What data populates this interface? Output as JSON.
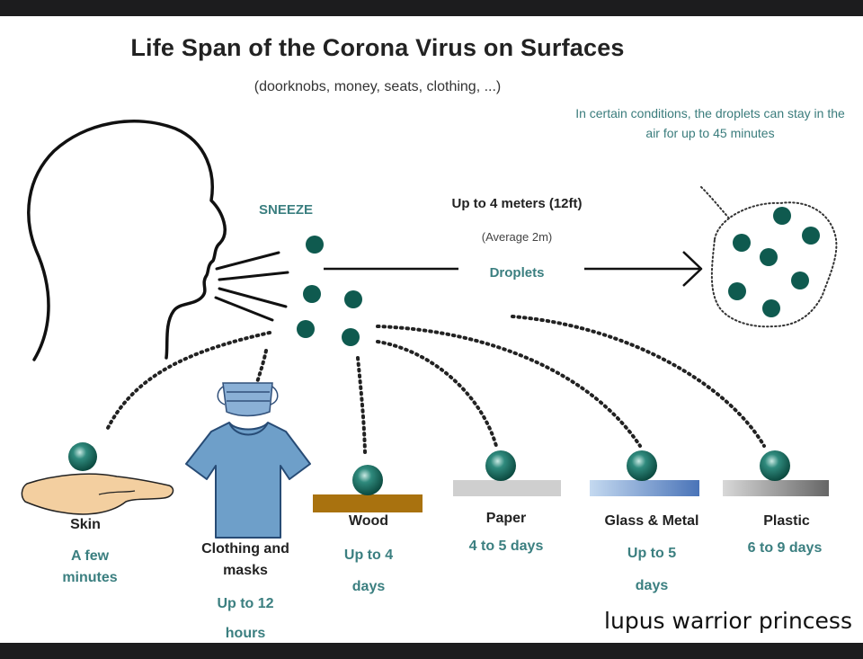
{
  "title": "Life Span of the Corona Virus on Surfaces",
  "subtitle": "(doorknobs, money, seats, clothing, ...)",
  "air_note": "In certain conditions, the droplets can stay in the air for up to 45 minutes",
  "sneeze_label": "SNEEZE",
  "distance_label": "Up to 4 meters (12ft)",
  "average_label": "(Average 2m)",
  "droplets_label": "Droplets",
  "surfaces": [
    {
      "name": "Skin",
      "duration": "A few minutes"
    },
    {
      "name": "Clothing and masks",
      "duration": "Up to 12 hours"
    },
    {
      "name": "Wood",
      "duration": "Up to 4 days"
    },
    {
      "name": "Paper",
      "duration": "4 to 5 days"
    },
    {
      "name": "Glass & Metal",
      "duration": "Up to 5 days"
    },
    {
      "name": "Plastic",
      "duration": "6 to 9 days"
    }
  ],
  "watermark": "lupus warrior princess",
  "colors": {
    "teal_droplet": "#0f5a4f",
    "teal_text": "#3b7f80",
    "shirt_blue": "#6e9fc9",
    "wood_brown": "#a9720f",
    "paper_gray": "#cfcfcf",
    "skin_tone": "#f3cfa0"
  },
  "icons": [
    "head-profile-icon",
    "mask-icon",
    "shirt-icon",
    "hand-icon",
    "droplet-icon",
    "arrow-right-icon"
  ]
}
